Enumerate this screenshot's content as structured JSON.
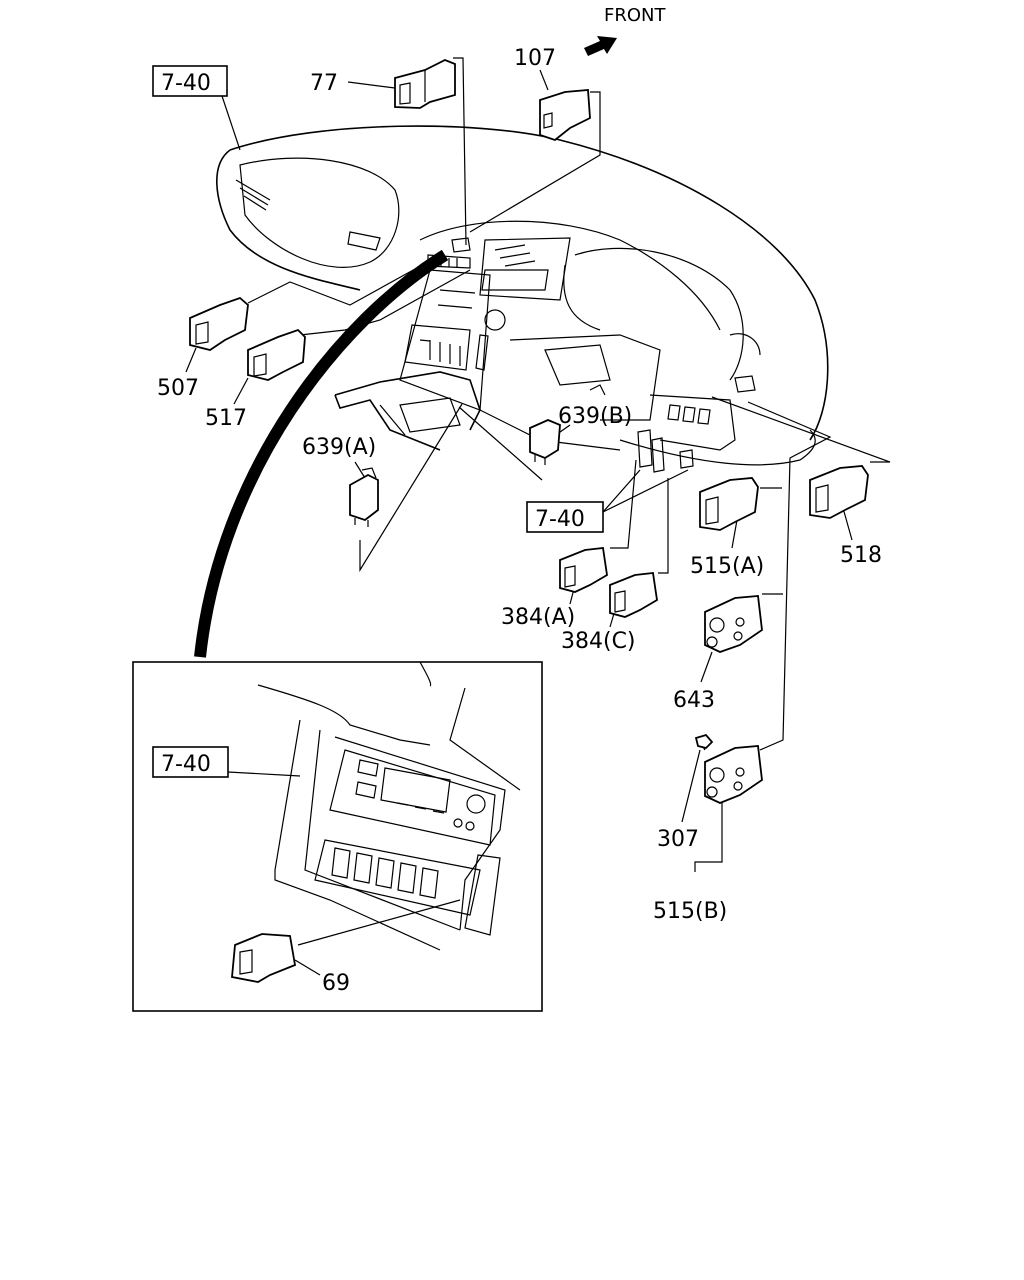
{
  "front_label": "FRONT",
  "refs": {
    "r1": "7-40",
    "r2": "7-40",
    "r3": "7-40"
  },
  "callouts": {
    "c77": "77",
    "c107": "107",
    "c507": "507",
    "c517": "517",
    "c639b": "639(B)",
    "c639a": "639(A)",
    "c515a": "515(A)",
    "c518": "518",
    "c384a": "384(A)",
    "c384c": "384(C)",
    "c643": "643",
    "c307": "307",
    "c515b": "515(B)",
    "c69": "69"
  },
  "colors": {
    "line": "#000000",
    "background": "#ffffff"
  }
}
